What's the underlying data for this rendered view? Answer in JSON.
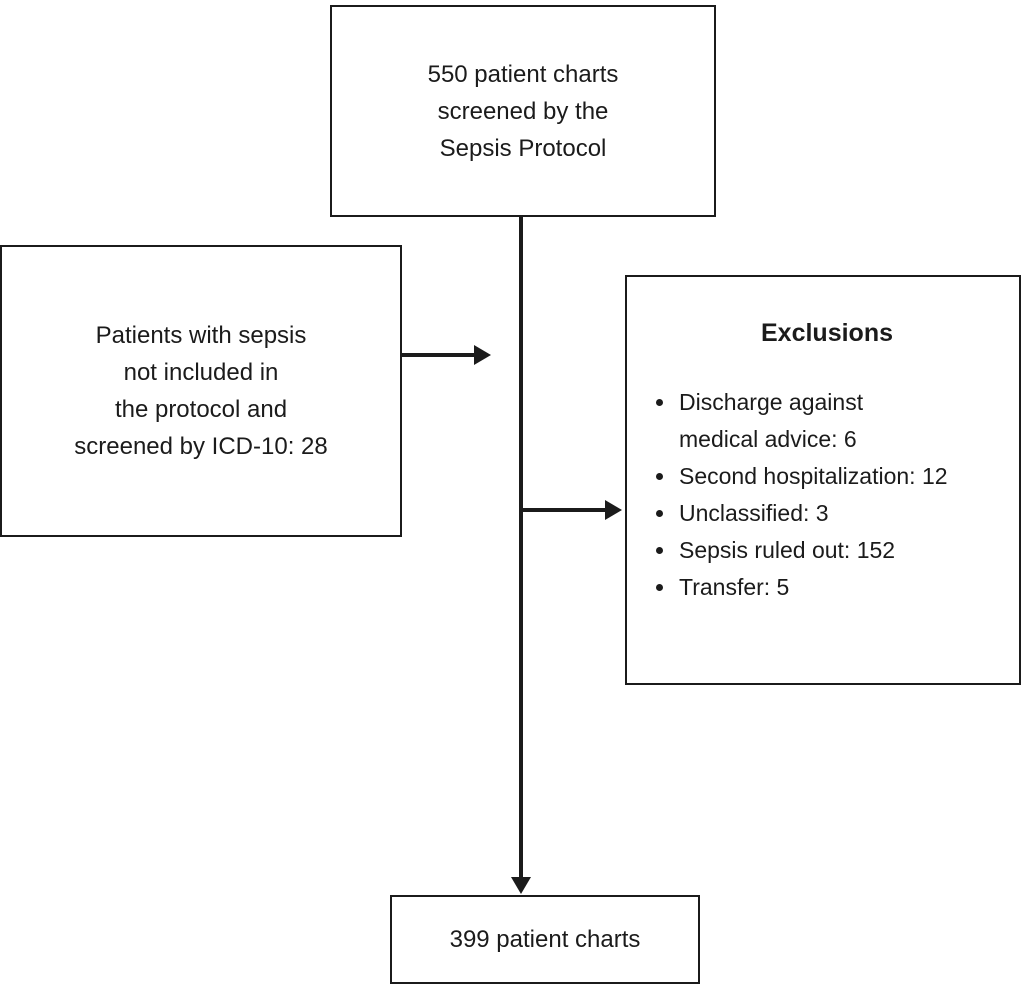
{
  "diagram": {
    "type": "flowchart",
    "nodes": {
      "screened": {
        "lines": [
          "550 patient charts",
          "screened by the",
          "Sepsis Protocol"
        ]
      },
      "not_included": {
        "lines": [
          "Patients with sepsis",
          "not included in",
          "the protocol and",
          "screened by ICD-10: 28"
        ]
      },
      "exclusions": {
        "title": "Exclusions",
        "items": [
          "Discharge against medical advice: 6",
          "Second hospitalization: 12",
          "Unclassified: 3",
          "Sepsis ruled out: 152",
          "Transfer: 5"
        ]
      },
      "final": {
        "lines": [
          "399 patient charts"
        ]
      }
    },
    "colors": {
      "line": "#1b1b1b",
      "background": "#ffffff"
    }
  }
}
